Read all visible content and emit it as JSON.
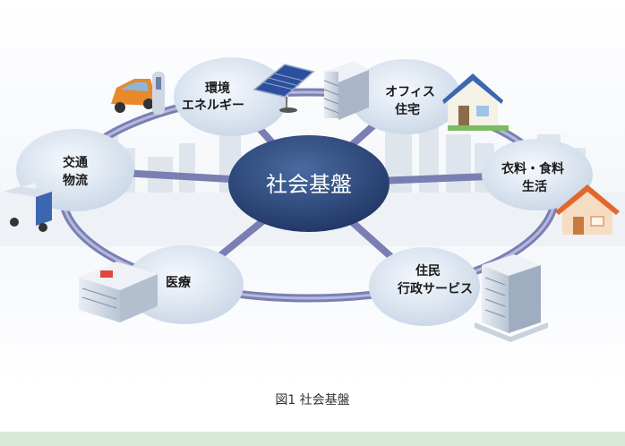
{
  "diagram": {
    "center": "社会基盤",
    "nodes": [
      {
        "id": "energy",
        "lines": [
          "環境",
          "エネルギー"
        ]
      },
      {
        "id": "office",
        "lines": [
          "オフィス",
          "住宅"
        ]
      },
      {
        "id": "clothing",
        "lines": [
          "衣料・食料",
          "生活"
        ]
      },
      {
        "id": "admin",
        "lines": [
          "住民",
          "行政サービス"
        ]
      },
      {
        "id": "medical",
        "lines": [
          "医療"
        ]
      },
      {
        "id": "transport",
        "lines": [
          "交通",
          "物流"
        ]
      }
    ]
  },
  "caption": "図1 社会基盤",
  "colors": {
    "center_fill": "#2e4a7a",
    "node_fill": "#dde6f1",
    "ring": "#7a7fb3",
    "footer": "#d6ead7"
  }
}
